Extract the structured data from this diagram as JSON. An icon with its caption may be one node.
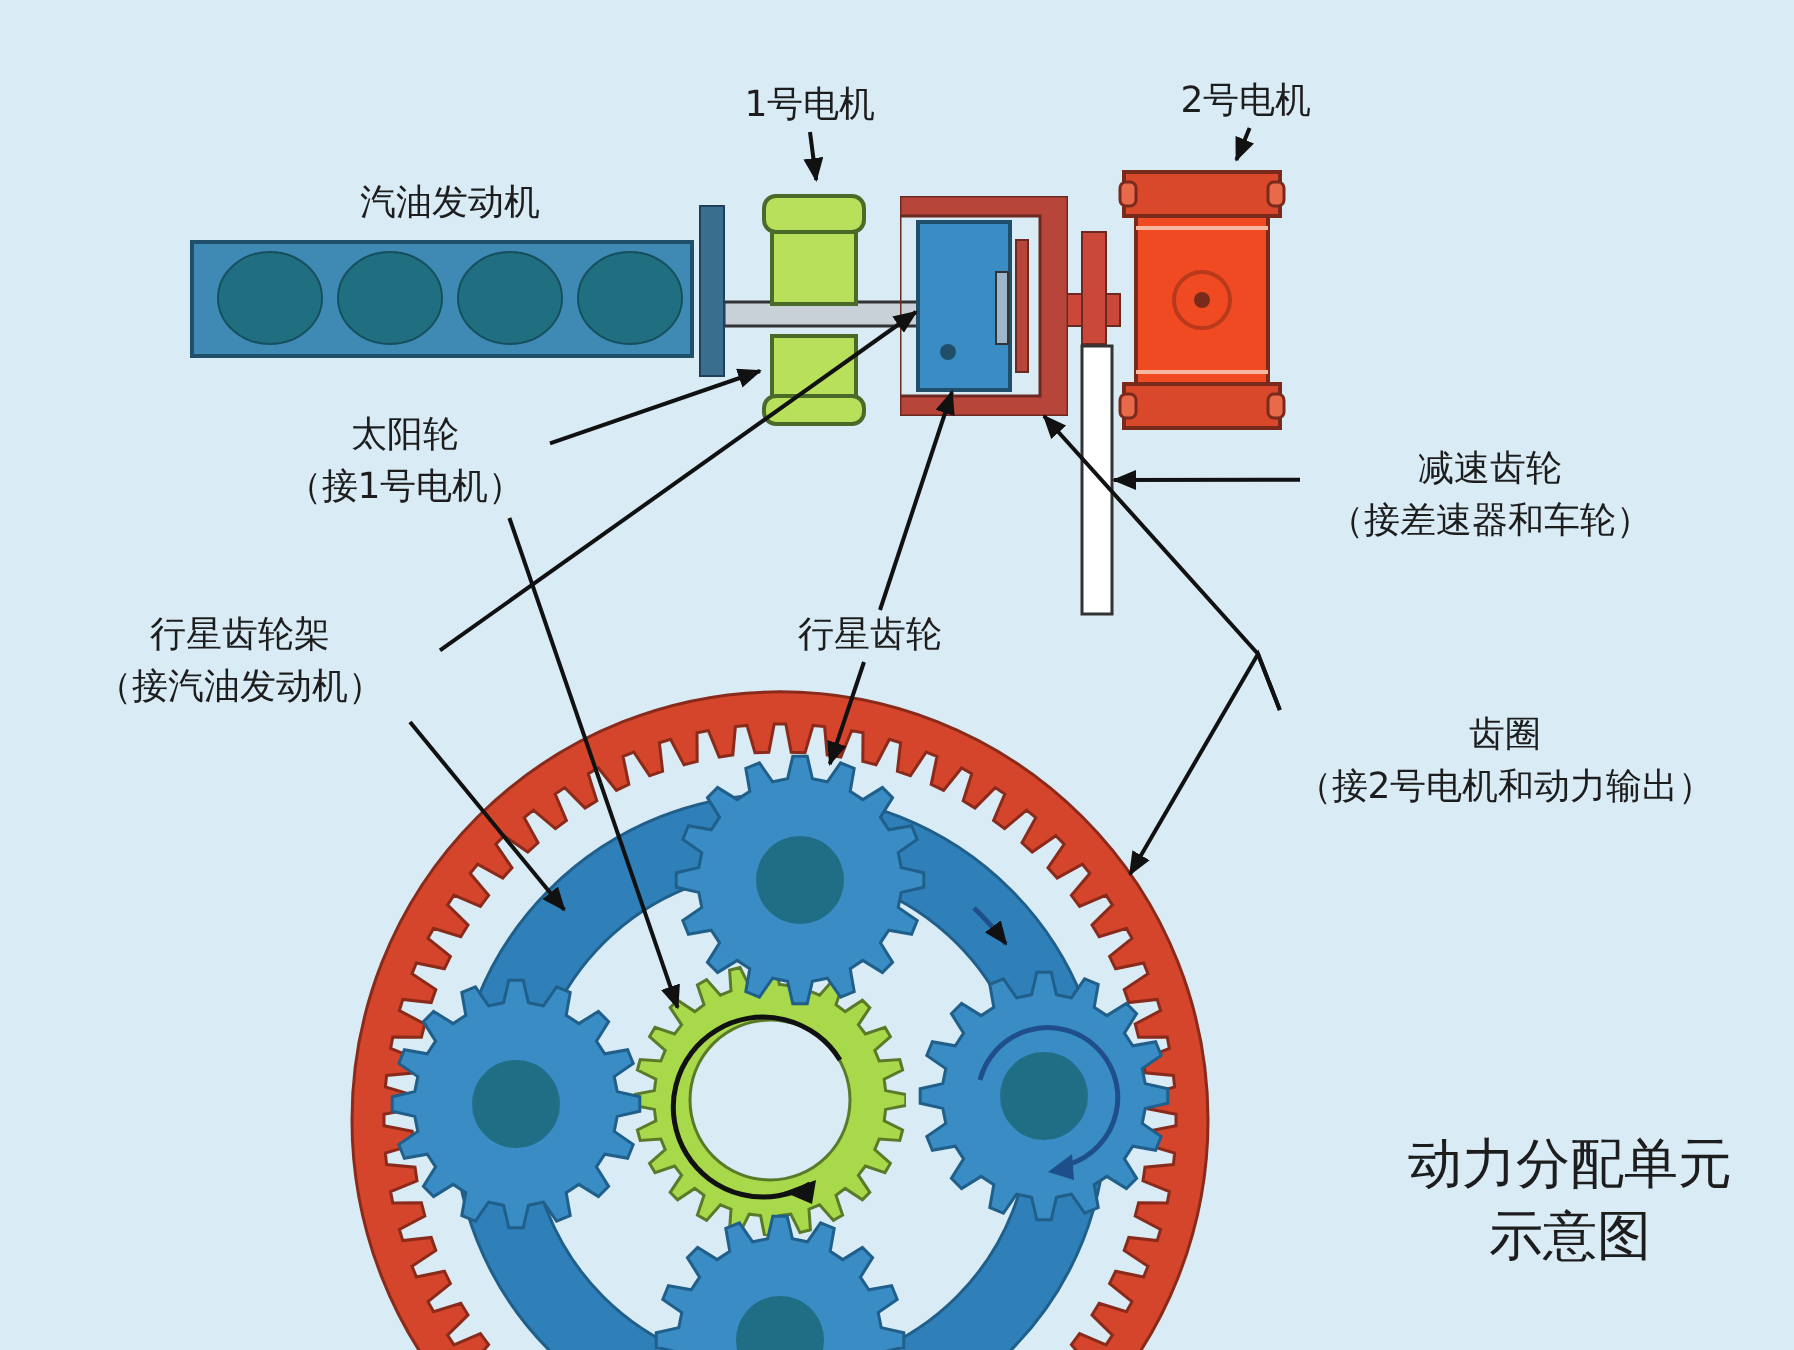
{
  "diagram": {
    "caption": "动力分配单元示意图",
    "nodes": [
      {
        "text": [
          "1号电机"
        ]
      },
      {
        "text": [
          "2号电机"
        ]
      },
      {
        "text": [
          "汽油发动机"
        ]
      },
      {
        "text": [],
        "shape": "picture"
      },
      {
        "text": [],
        "shape": "picture",
        "in": 5
      },
      {
        "text": [],
        "shape": "picture"
      },
      {
        "text": [],
        "shape": "picture"
      },
      {
        "text": [],
        "shape": "bar"
      },
      {
        "text": [
          "太阳轮",
          "（接1号电机）"
        ]
      },
      {
        "text": [
          "减速齿轮",
          "（接差速器和车轮）"
        ]
      },
      {
        "text": [
          "行星齿轮架",
          "（接汽油发动机）"
        ]
      },
      {
        "text": [
          "行星齿轮"
        ]
      },
      {
        "text": [
          "齿圈",
          "（接2号电机和动力输出）"
        ]
      },
      {
        "text": [],
        "shape": "picture"
      },
      {
        "text": [],
        "shape": "picture",
        "in": 13
      },
      {
        "text": [],
        "shape": "picture",
        "in": 13
      },
      {
        "text": [],
        "shape": "picture",
        "in": 13
      },
      {
        "text": [],
        "shape": "picture",
        "in": 14
      },
      {
        "text": [],
        "shape": "picture",
        "in": 13
      },
      {
        "text": [],
        "shape": "picture",
        "in": 13
      }
    ],
    "edges": [
      {
        "from": 0,
        "to": 3,
        "arrow": "to"
      },
      {
        "from": 1,
        "to": 6,
        "arrow": "to"
      },
      {
        "from": 8,
        "to": 3,
        "arrow": "to"
      },
      {
        "from": 8,
        "to": 17,
        "arrow": "to"
      },
      {
        "from": 10,
        "to": 4,
        "arrow": "to"
      },
      {
        "from": 10,
        "to": 14,
        "arrow": "to"
      },
      {
        "from": 11,
        "to": 4,
        "arrow": "to"
      },
      {
        "from": 11,
        "to": 15,
        "arrow": "to"
      },
      {
        "from": 12,
        "to": 5,
        "arrow": "to"
      },
      {
        "from": 12,
        "to": 13,
        "arrow": "to"
      },
      {
        "from": 9,
        "to": 7,
        "arrow": "to"
      }
    ]
  }
}
